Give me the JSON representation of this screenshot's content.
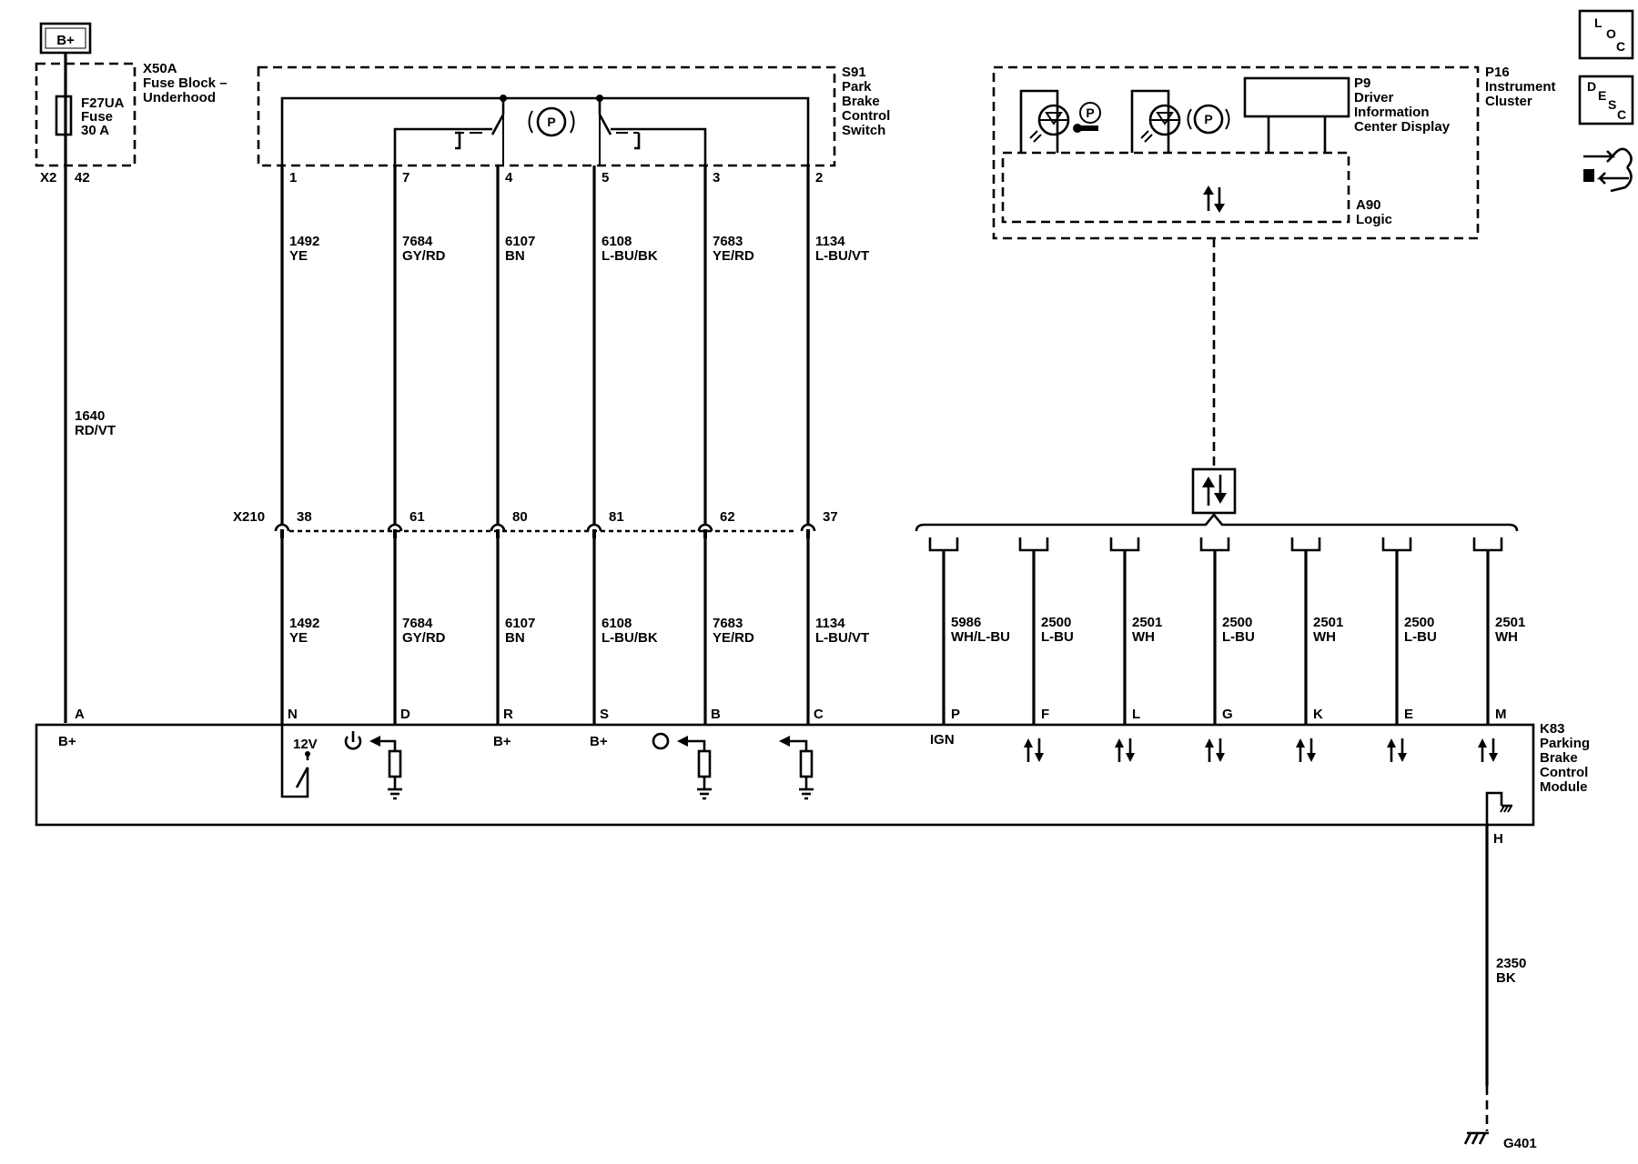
{
  "bplus_box": "B+",
  "fuse_block": {
    "name": "X50A",
    "desc1": "Fuse Block –",
    "desc2": "Underhood",
    "fuse_line1": "F27UA",
    "fuse_line2": "Fuse",
    "fuse_line3": "30 A",
    "connector": "X2",
    "pin": "42"
  },
  "feed_wire": {
    "num": "1640",
    "color": "RD/VT"
  },
  "switch": {
    "id": "S91",
    "l1": "Park",
    "l2": "Brake",
    "l3": "Control",
    "l4": "Switch",
    "symbol": "P"
  },
  "cluster": {
    "id": "P16",
    "l1": "Instrument",
    "l2": "Cluster",
    "display_id": "P9",
    "display_l1": "Driver",
    "display_l2": "Information",
    "display_l3": "Center Display",
    "logic_id": "A90",
    "logic_l1": "Logic",
    "symbol": "P"
  },
  "x210": {
    "label": "X210"
  },
  "switch_wires": [
    {
      "pin": "1",
      "num": "1492",
      "color": "YE",
      "x210_pin": "38",
      "module_pin": "N"
    },
    {
      "pin": "7",
      "num": "7684",
      "color": "GY/RD",
      "x210_pin": "61",
      "module_pin": "D"
    },
    {
      "pin": "4",
      "num": "6107",
      "color": "BN",
      "x210_pin": "80",
      "module_pin": "R"
    },
    {
      "pin": "5",
      "num": "6108",
      "color": "L-BU/BK",
      "x210_pin": "81",
      "module_pin": "S"
    },
    {
      "pin": "3",
      "num": "7683",
      "color": "YE/RD",
      "x210_pin": "62",
      "module_pin": "B"
    },
    {
      "pin": "2",
      "num": "1134",
      "color": "L-BU/VT",
      "x210_pin": "37",
      "module_pin": "C"
    }
  ],
  "bus_wires": [
    {
      "num": "5986",
      "color": "WH/L-BU",
      "module_pin": "P"
    },
    {
      "num": "2500",
      "color": "L-BU",
      "module_pin": "F"
    },
    {
      "num": "2501",
      "color": "WH",
      "module_pin": "L"
    },
    {
      "num": "2500",
      "color": "L-BU",
      "module_pin": "G"
    },
    {
      "num": "2501",
      "color": "WH",
      "module_pin": "K"
    },
    {
      "num": "2500",
      "color": "L-BU",
      "module_pin": "E"
    },
    {
      "num": "2501",
      "color": "WH",
      "module_pin": "M"
    }
  ],
  "module": {
    "id": "K83",
    "l1": "Parking",
    "l2": "Brake",
    "l3": "Control",
    "l4": "Module",
    "pin_a": "A",
    "bplus_a": "B+",
    "bplus_r": "B+",
    "bplus_s": "B+",
    "v12": "12V",
    "ign": "IGN",
    "ground_pin": "H"
  },
  "ground_wire": {
    "num": "2350",
    "color": "BK"
  },
  "ground": {
    "label": "G401"
  },
  "nav": {
    "loc": [
      "L",
      "O",
      "C"
    ],
    "desc": [
      "D",
      "E",
      "S",
      "C"
    ],
    "connector_icon": "connector-end-view-icon"
  }
}
